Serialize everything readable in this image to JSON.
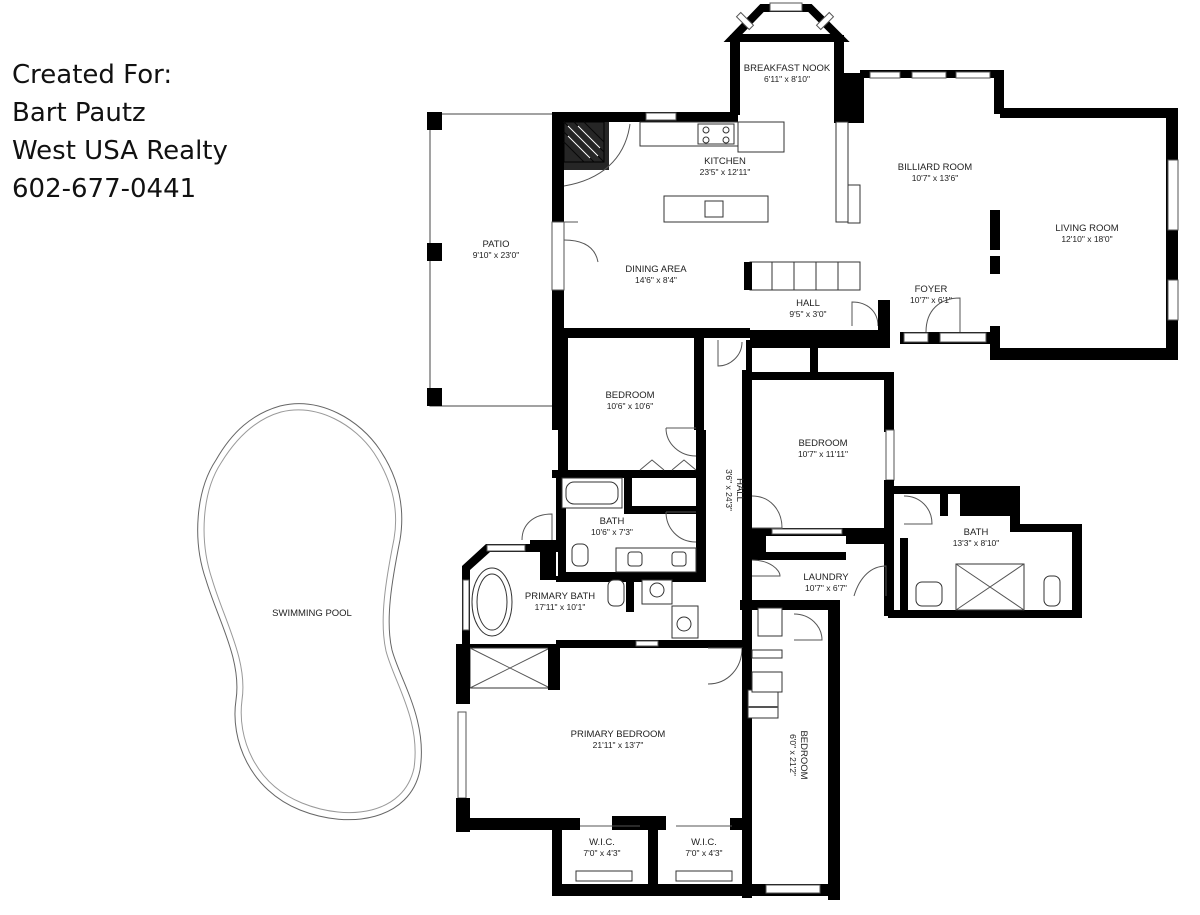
{
  "credit": {
    "line1": "Created For:",
    "line2": "Bart Pautz",
    "line3": "West USA Realty",
    "line4": "602-677-0441"
  },
  "rooms": {
    "breakfast_nook": {
      "name": "BREAKFAST NOOK",
      "dim": "6'11\" x 8'10\""
    },
    "kitchen": {
      "name": "KITCHEN",
      "dim": "23'5\" x 12'11\""
    },
    "billiard_room": {
      "name": "BILLIARD ROOM",
      "dim": "10'7\" x 13'6\""
    },
    "living_room": {
      "name": "LIVING ROOM",
      "dim": "12'10\" x 18'0\""
    },
    "patio": {
      "name": "PATIO",
      "dim": "9'10\" x 23'0\""
    },
    "dining_area": {
      "name": "DINING AREA",
      "dim": "14'6\" x 8'4\""
    },
    "foyer": {
      "name": "FOYER",
      "dim": "10'7\" x 6'1\""
    },
    "hall_top": {
      "name": "HALL",
      "dim": "9'5\" x 3'0\""
    },
    "bedroom_1": {
      "name": "BEDROOM",
      "dim": "10'6\" x 10'6\""
    },
    "bedroom_2": {
      "name": "BEDROOM",
      "dim": "10'7\" x 11'11\""
    },
    "hall_vertical": {
      "name": "HALL",
      "dim": "3'6\" x 24'3\""
    },
    "bath_1": {
      "name": "BATH",
      "dim": "10'6\" x 7'3\""
    },
    "bath_2": {
      "name": "BATH",
      "dim": "13'3\" x 8'10\""
    },
    "laundry": {
      "name": "LAUNDRY",
      "dim": "10'7\" x 6'7\""
    },
    "primary_bath": {
      "name": "PRIMARY BATH",
      "dim": "17'11\" x 10'1\""
    },
    "swimming_pool": {
      "name": "SWIMMING POOL"
    },
    "primary_bedroom": {
      "name": "PRIMARY BEDROOM",
      "dim": "21'11\" x 13'7\""
    },
    "bedroom_3": {
      "name": "BEDROOM",
      "dim": "6'0\" x 21'2\""
    },
    "wic_1": {
      "name": "W.I.C.",
      "dim": "7'0\" x 4'3\""
    },
    "wic_2": {
      "name": "W.I.C.",
      "dim": "7'0\" x 4'3\""
    }
  },
  "colors": {
    "wall": "#000000",
    "background": "#ffffff",
    "text": "#222222"
  }
}
